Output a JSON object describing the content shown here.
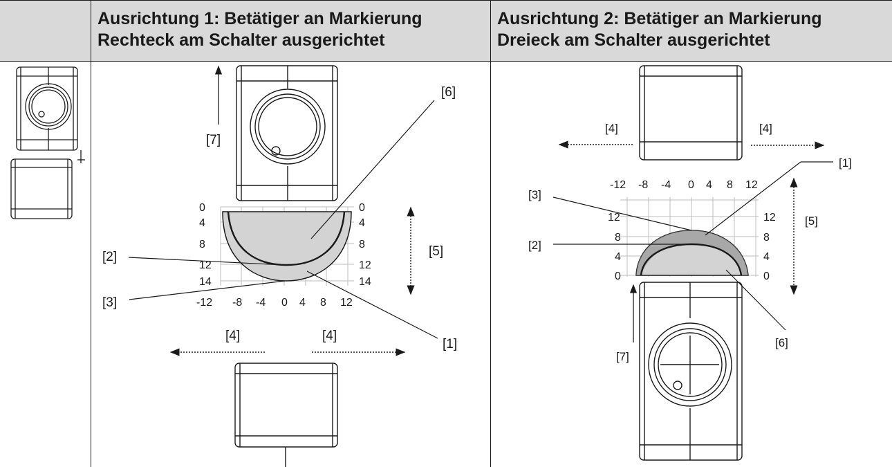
{
  "header": {
    "col2_line1": "Ausrichtung 1: Betätiger an Markierung",
    "col2_line2": "Rechteck am Schalter ausgerichtet",
    "col3_line1": "Ausrichtung 2: Betätiger an Markierung",
    "col3_line2": "Dreieck am Schalter ausgerichtet"
  },
  "left": {
    "x_ticks": [
      "-12",
      "-8",
      "-4",
      "0",
      "4",
      "8",
      "12"
    ],
    "y_ticks": [
      "0",
      "4",
      "8",
      "12",
      "14"
    ],
    "labels": {
      "l1": "[1]",
      "l2": "[2]",
      "l3": "[3]",
      "l4a": "[4]",
      "l4b": "[4]",
      "l5": "[5]",
      "l6": "[6]",
      "l7": "[7]"
    }
  },
  "right": {
    "x_ticks": [
      "-12",
      "-8",
      "-4",
      "0",
      "4",
      "8",
      "12"
    ],
    "y_ticks": [
      "12",
      "8",
      "4",
      "0"
    ],
    "labels": {
      "l1": "[1]",
      "l2": "[2]",
      "l3": "[3]",
      "l4a": "[4]",
      "l4b": "[4]",
      "l5": "[5]",
      "l6": "[6]",
      "l7": "[7]"
    }
  },
  "colors": {
    "zone": "#d3d3d3",
    "line": "#1a1a1a",
    "header_bg": "#d9d9d9"
  }
}
